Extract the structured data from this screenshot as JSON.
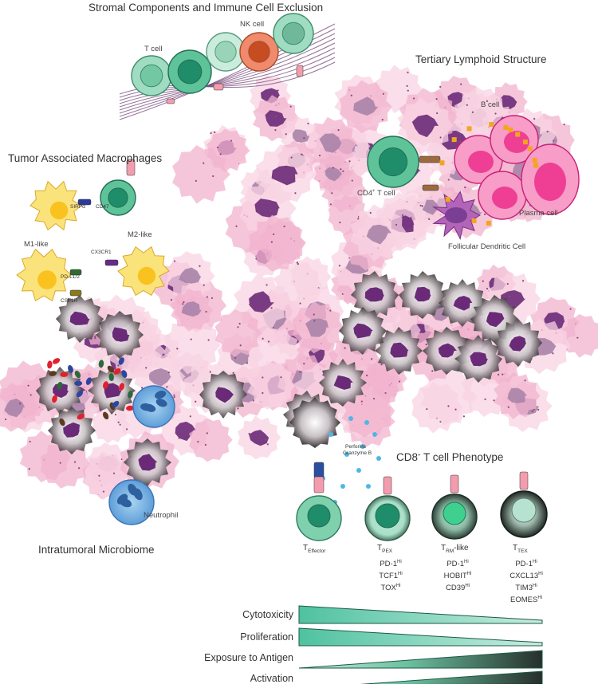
{
  "labels": {
    "stromal_title": "Stromal Components and Immune Cell Exclusion",
    "nk_cell": "NK cell",
    "t_cell": "T cell",
    "tls_title": "Tertiary Lymphoid Structure",
    "b_cell": "B cell",
    "cd4_t_cell": "CD4",
    "cd4_t_cell_suffix": " T cell",
    "plasma_cell": "Plasma cell",
    "fdc": "Follicular Dendritic Cell",
    "tam_title": "Tumor Associated Macrophages",
    "sirpa": "SIRPα",
    "cd47": "CD47",
    "m1_like": "M1-like",
    "m2_like": "M2-like",
    "cx3cr1": "CX3CR1",
    "pdl12": "PD-L1/2",
    "csf1r": "CSF1R",
    "perforins": "Perforins",
    "granzyme": "Granzyme B",
    "neutrophil": "Neutrophil",
    "microbiome_title": "Intratumoral Microbiome",
    "cd8_title": "CD8",
    "cd8_title_suffix": " T cell Phenotype"
  },
  "tcell_phenotypes": [
    {
      "name": "T",
      "sub": "Effector",
      "sub_suffix": "",
      "markers": []
    },
    {
      "name": "T",
      "sub": "PEX",
      "sub_suffix": "",
      "markers": [
        {
          "n": "PD-1",
          "s": "Hi"
        },
        {
          "n": "TCF1",
          "s": "Hi"
        },
        {
          "n": "TOX",
          "s": "Hi"
        }
      ]
    },
    {
      "name": "T",
      "sub": "RM",
      "sub_suffix": "-like",
      "markers": [
        {
          "n": "PD-1",
          "s": "Hi"
        },
        {
          "n": "HOBIT",
          "s": "Hi"
        },
        {
          "n": "CD39",
          "s": "Hi"
        }
      ]
    },
    {
      "name": "T",
      "sub": "TEX",
      "sub_suffix": "",
      "markers": [
        {
          "n": "PD-1",
          "s": "Hi"
        },
        {
          "n": "CXCL13",
          "s": "Hi"
        },
        {
          "n": "TIM3",
          "s": "Hi"
        },
        {
          "n": "EOMES",
          "s": "Hi"
        }
      ]
    }
  ],
  "gradients": [
    {
      "label": "Cytotoxicity",
      "direction": "decreasing",
      "color_start": "#4fc2a0",
      "color_end": "#b9e6d6"
    },
    {
      "label": "Proliferation",
      "direction": "decreasing",
      "color_start": "#4fc2a0",
      "color_end": "#b9e6d6"
    },
    {
      "label": "Exposure to Antigen",
      "direction": "increasing",
      "color_start": "#b9e6d6",
      "color_end": "#2f3b37"
    },
    {
      "label": "Activation",
      "direction": "increasing",
      "color_start": "#b9e6d6",
      "color_end": "#2f3b37"
    }
  ],
  "colors": {
    "tumor_pink": "#f2b3ce",
    "tumor_pink_light": "#f8d3e2",
    "nucleus": "#6a2a78",
    "t_cell_green": "#6fcaa4",
    "nk_orange": "#f08a6c",
    "b_cell_pink": "#ee3f95",
    "macrophage_yellow": "#fbe37c",
    "neutrophil_blue": "#86bde8",
    "perforin_blue": "#4fb6e6"
  }
}
